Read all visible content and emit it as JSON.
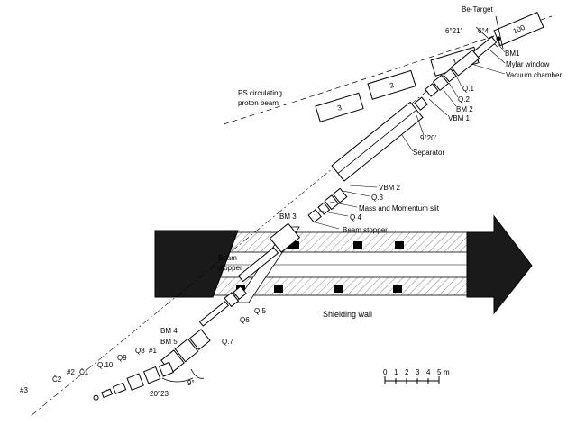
{
  "targets": {
    "be_target": "Be-Target",
    "angle_left": "6°21'",
    "angle_right": "6°4'"
  },
  "ps_ring": {
    "label_line1": "PS circulating",
    "label_line2": "proton beam",
    "magnets": [
      "3",
      "2",
      "1",
      "100"
    ]
  },
  "upper_labels": {
    "bm1": "BM1",
    "mylar": "Mylar window",
    "vacuum": "Vacuum chamber",
    "q1": "Q.1",
    "q2": "Q.2",
    "bm2": "BM 2",
    "vbm1": "VBM 1",
    "angle_920": "9°20'",
    "separator": "Separator",
    "vbm2": "VBM 2",
    "q3": "Q.3",
    "slit": "Mass and Momentum slit",
    "q4": "Q 4",
    "bm3": "BM 3",
    "beam_stopper_right": "Beam stopper"
  },
  "middle_labels": {
    "beam_stopper_left_1": "Beam",
    "beam_stopper_left_2": "stopper",
    "shielding_wall": "Shielding wall",
    "q5": "Q.5",
    "q6": "Q6"
  },
  "lower_labels": {
    "bm4": "BM 4",
    "bm5": "BM 5",
    "q7": "Q.7",
    "q8": "Q8",
    "h1": "#1",
    "q9": "Q9",
    "q10": "Q.10",
    "c1": "C̄1",
    "h2": "#2",
    "c2": "C̄2",
    "h3": "#3",
    "angle_2023": "20°23'",
    "angle_9": "9°"
  },
  "scale_bar": {
    "ticks": [
      "0",
      "1",
      "2",
      "3",
      "4",
      "5"
    ],
    "unit": "m"
  }
}
